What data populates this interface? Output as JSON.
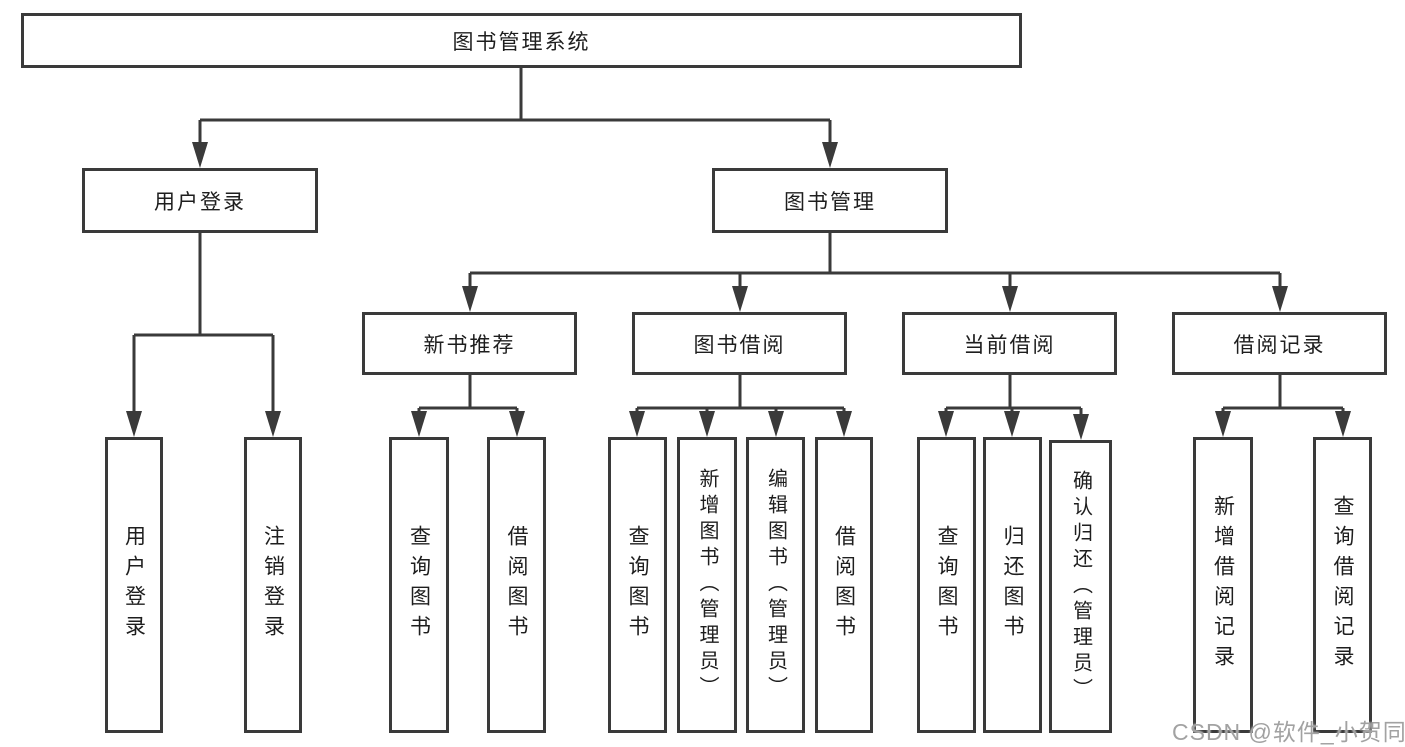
{
  "diagram": {
    "root": {
      "label": "图书管理系统"
    },
    "level2": [
      {
        "label": "用户登录"
      },
      {
        "label": "图书管理"
      }
    ],
    "level3": [
      {
        "label": "新书推荐"
      },
      {
        "label": "图书借阅"
      },
      {
        "label": "当前借阅"
      },
      {
        "label": "借阅记录"
      }
    ],
    "leaves": [
      {
        "label": "用户登录",
        "parent": "用户登录"
      },
      {
        "label": "注销登录",
        "parent": "用户登录"
      },
      {
        "label": "查询图书",
        "parent": "新书推荐"
      },
      {
        "label": "借阅图书",
        "parent": "新书推荐"
      },
      {
        "label": "查询图书",
        "parent": "图书借阅"
      },
      {
        "label": "新增图书（管理员）",
        "parent": "图书借阅"
      },
      {
        "label": "编辑图书（管理员）",
        "parent": "图书借阅"
      },
      {
        "label": "借阅图书",
        "parent": "图书借阅"
      },
      {
        "label": "查询图书",
        "parent": "当前借阅"
      },
      {
        "label": "归还图书",
        "parent": "当前借阅"
      },
      {
        "label": "确认归还（管理员）",
        "parent": "当前借阅"
      },
      {
        "label": "新增借阅记录",
        "parent": "借阅记录"
      },
      {
        "label": "查询借阅记录",
        "parent": "借阅记录"
      }
    ]
  },
  "watermark": "CSDN @软件_小贺同学",
  "colors": {
    "line": "#3a3a3a",
    "text": "#1e1e1e",
    "watermark": "#a2a2a2",
    "background": "#ffffff"
  }
}
